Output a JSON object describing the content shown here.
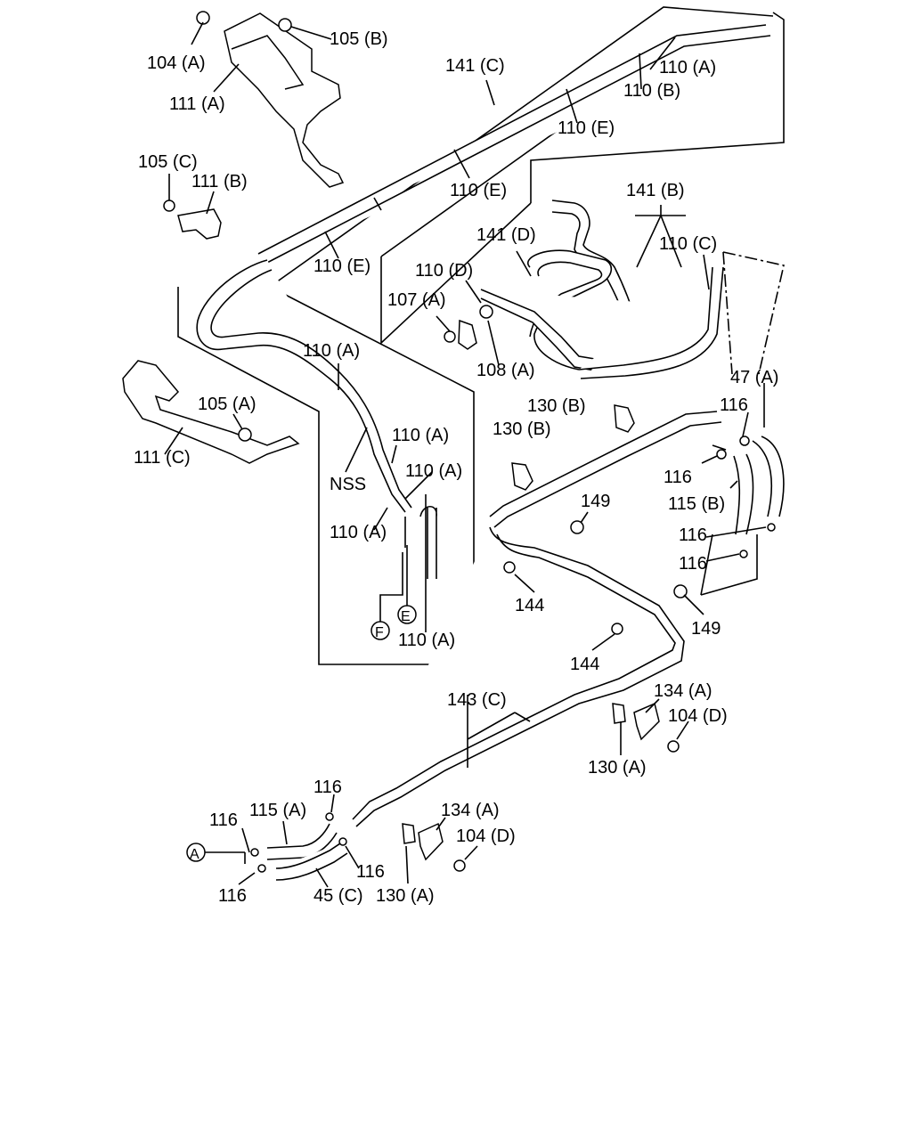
{
  "labels": {
    "l_104A_top": "104 (A)",
    "l_105B": "105 (B)",
    "l_111A": "111 (A)",
    "l_141C": "141 (C)",
    "l_110A_top": "110 (A)",
    "l_110B": "110 (B)",
    "l_110E_1": "110 (E)",
    "l_110E_2": "110 (E)",
    "l_110E_3": "110 (E)",
    "l_105C": "105 (C)",
    "l_111B": "111 (B)",
    "l_141B": "141 (B)",
    "l_141D": "141 (D)",
    "l_110C": "110 (C)",
    "l_110D": "110 (D)",
    "l_107A": "107 (A)",
    "l_108A": "108 (A)",
    "l_110A_mid": "110 (A)",
    "l_105A": "105 (A)",
    "l_111C": "111 (C)",
    "l_NSS": "NSS",
    "l_110A_a": "110 (A)",
    "l_110A_b": "110 (A)",
    "l_110A_c": "110 (A)",
    "l_110A_d": "110 (A)",
    "l_E": "E",
    "l_F": "F",
    "l_47A": "47 (A)",
    "l_130B_1": "130 (B)",
    "l_130B_2": "130 (B)",
    "l_116_1": "116",
    "l_116_2": "116",
    "l_115B": "115 (B)",
    "l_116_3": "116",
    "l_116_4": "116",
    "l_149_1": "149",
    "l_149_2": "149",
    "l_144_1": "144",
    "l_144_2": "144",
    "l_143C": "143 (C)",
    "l_134A_1": "134 (A)",
    "l_104D_1": "104 (D)",
    "l_130A_1": "130 (A)",
    "l_116_5": "116",
    "l_115A": "115 (A)",
    "l_116_6": "116",
    "l_134A_2": "134 (A)",
    "l_104D_2": "104 (D)",
    "l_A": "A",
    "l_116_7": "116",
    "l_116_8": "116",
    "l_45C": "45 (C)",
    "l_130A_2": "130 (A)"
  }
}
